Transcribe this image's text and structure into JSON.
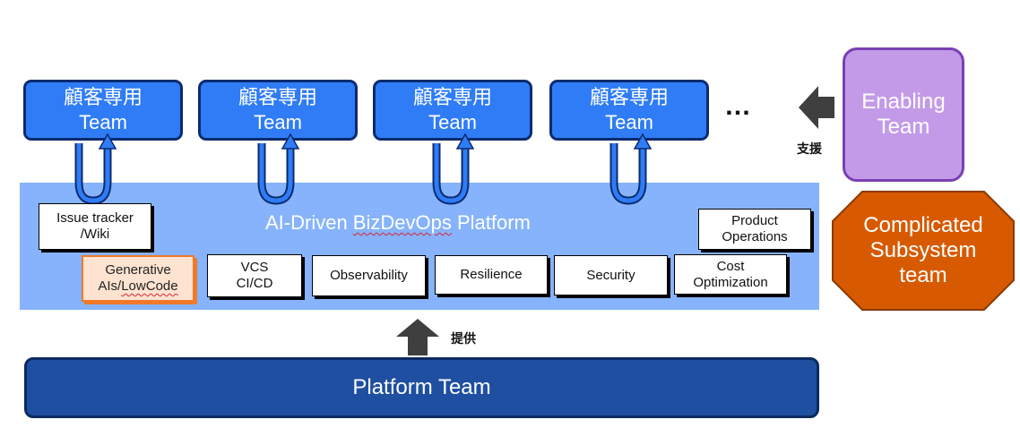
{
  "teams": [
    {
      "line1": "顧客専用",
      "line2": "Team"
    },
    {
      "line1": "顧客専用",
      "line2": "Team"
    },
    {
      "line1": "顧客専用",
      "line2": "Team"
    },
    {
      "line1": "顧客専用",
      "line2": "Team"
    }
  ],
  "ellipsis": "…",
  "enabling": {
    "line1": "Enabling",
    "line2": "Team",
    "arrow_label": "支援"
  },
  "complicated": {
    "line1": "Complicated",
    "line2": "Subsystem",
    "line3": "team"
  },
  "platform": {
    "title_prefix": "AI-Driven ",
    "title_wavy": "BizDevOps",
    "title_suffix": " Platform",
    "notes": {
      "issue": {
        "line1": "Issue tracker",
        "line2": "/Wiki"
      },
      "genai": {
        "line1": "Generative",
        "line2_prefix": "AIs/",
        "line2_wavy": "LowCode"
      },
      "vcs": {
        "line1": "VCS",
        "line2": "CI/CD"
      },
      "observability": "Observability",
      "resilience": "Resilience",
      "security": "Security",
      "cost": {
        "line1": "Cost",
        "line2": "Optimization"
      },
      "product": {
        "line1": "Product",
        "line2": "Operations"
      }
    }
  },
  "provide_label": "提供",
  "platform_team": "Platform Team",
  "colors": {
    "team_fill": "#2f7cf6",
    "band_fill": "#86b3fb",
    "enabling_fill": "#c39ae8",
    "complicated_fill": "#d75a00",
    "platform_team_fill": "#1f4fa0",
    "arrow": "#3f3f3f"
  }
}
